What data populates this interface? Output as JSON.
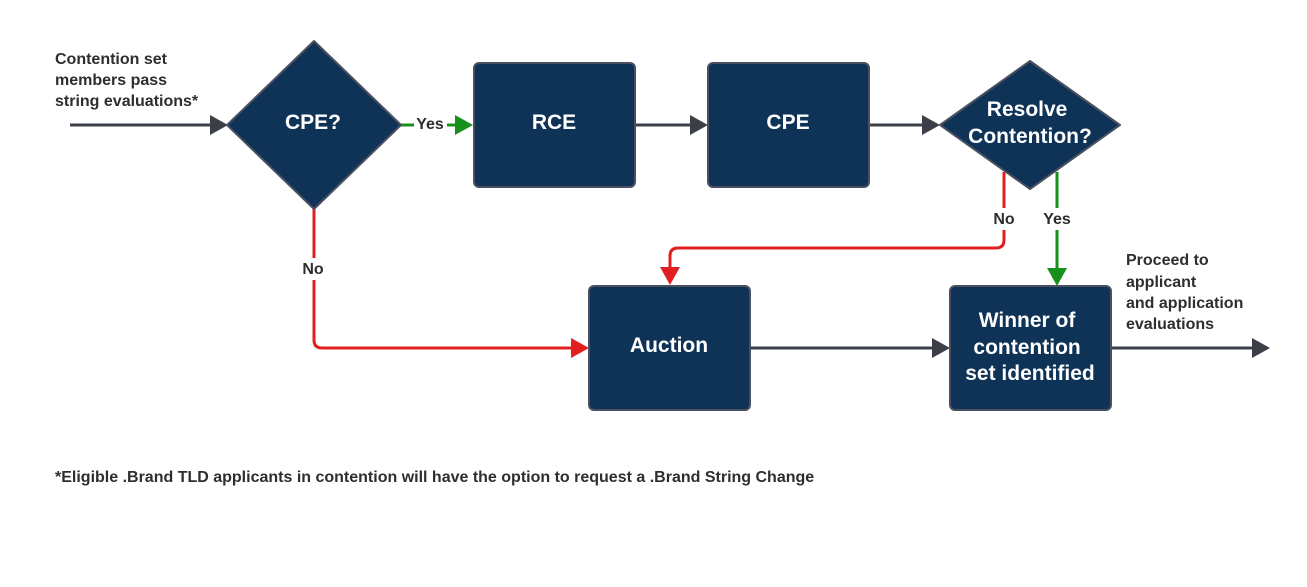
{
  "colors": {
    "node_fill": "#0f3357",
    "node_stroke": "#4a5060",
    "flow_dark": "#3b4048",
    "flow_yes": "#17901c",
    "flow_no": "#e02020",
    "text": "#2e2e2e"
  },
  "intro_note": {
    "lines": [
      "Contention set",
      "members pass",
      "string evaluations*"
    ]
  },
  "nodes": {
    "cpe_decision": {
      "label": "CPE?"
    },
    "rce": {
      "label": "RCE"
    },
    "cpe": {
      "label": "CPE"
    },
    "resolve_decision": {
      "lines": [
        "Resolve",
        "Contention?"
      ]
    },
    "auction": {
      "label": "Auction"
    },
    "winner": {
      "lines": [
        "Winner of",
        "contention",
        "set identified"
      ]
    }
  },
  "edge_labels": {
    "cpe_yes": "Yes",
    "cpe_no": "No",
    "resolve_no": "No",
    "resolve_yes": "Yes"
  },
  "outro_note": {
    "lines": [
      "Proceed to",
      "applicant",
      "and application",
      "evaluations"
    ]
  },
  "footnote": "*Eligible .Brand TLD applicants in contention will have the option to request a .Brand String Change"
}
